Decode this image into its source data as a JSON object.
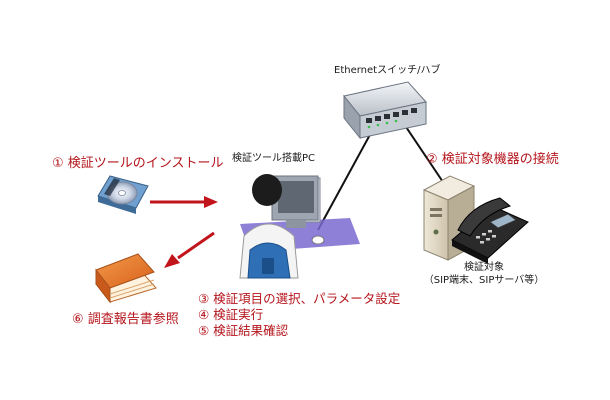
{
  "diagram": {
    "step1": "① 検証ツールのインストール",
    "step2": "② 検証対象機器の接続",
    "steps_345": [
      "③ 検証項目の選択、パラメータ設定",
      "④ 検証実行",
      "⑤ 検証結果確認"
    ],
    "step6": "⑥ 調査報告書参照",
    "hub_label": "Ethernetスイッチ/ハブ",
    "pc_label": "検証ツール搭載PC",
    "target_label_line1": "検証対象",
    "target_label_line2": "（SIP端末、SIPサーバ等）"
  },
  "colors": {
    "step_text": "#b4141b",
    "arrow": "#c2141b",
    "cable": "#111111"
  },
  "icons": [
    "cd-icon",
    "book-icon",
    "switch-hub-icon",
    "computer-user-icon",
    "server-icon",
    "ip-phone-icon"
  ]
}
